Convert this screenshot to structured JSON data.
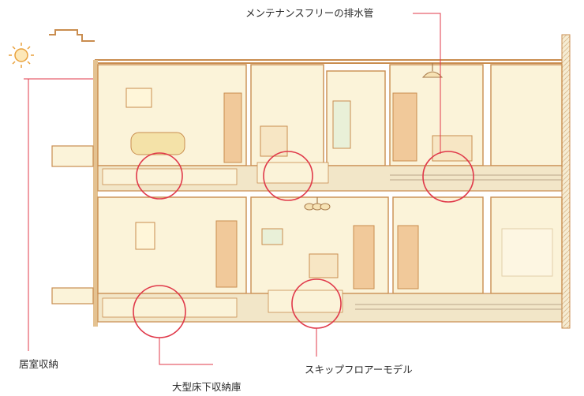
{
  "labels": {
    "drain_pipe": "メンテナンスフリーの排水管",
    "room_storage": "居室収納",
    "skip_floor": "スキップフロアーモデル",
    "underfloor_storage": "大型床下収納庫"
  },
  "colors": {
    "wall": "#c98d4f",
    "room_fill": "#fbf3d9",
    "floor_band": "#f2e6c8",
    "accent_circle": "#e0394a",
    "leader_line": "#e0394a",
    "window": "#e9f0d8",
    "sun": "#e9a13c"
  },
  "icons": [
    "sun-icon",
    "ceiling-lamp-icon",
    "chandelier-icon"
  ]
}
